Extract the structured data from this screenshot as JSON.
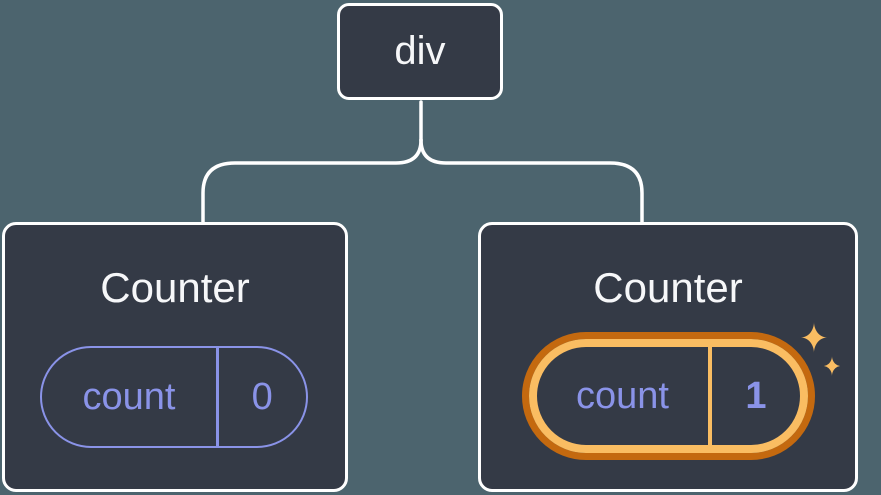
{
  "colors": {
    "background": "#4C646E",
    "card_fill": "#343A46",
    "outline_white": "#FFFFFF",
    "state_purple": "#8A93E8",
    "highlight_orange_dark": "#C4690F",
    "highlight_orange_light": "#FABD62"
  },
  "tree": {
    "root": {
      "label": "div"
    },
    "children": [
      {
        "title": "Counter",
        "state": {
          "key": "count",
          "value": "0"
        },
        "highlighted": false
      },
      {
        "title": "Counter",
        "state": {
          "key": "count",
          "value": "1"
        },
        "highlighted": true
      }
    ]
  }
}
